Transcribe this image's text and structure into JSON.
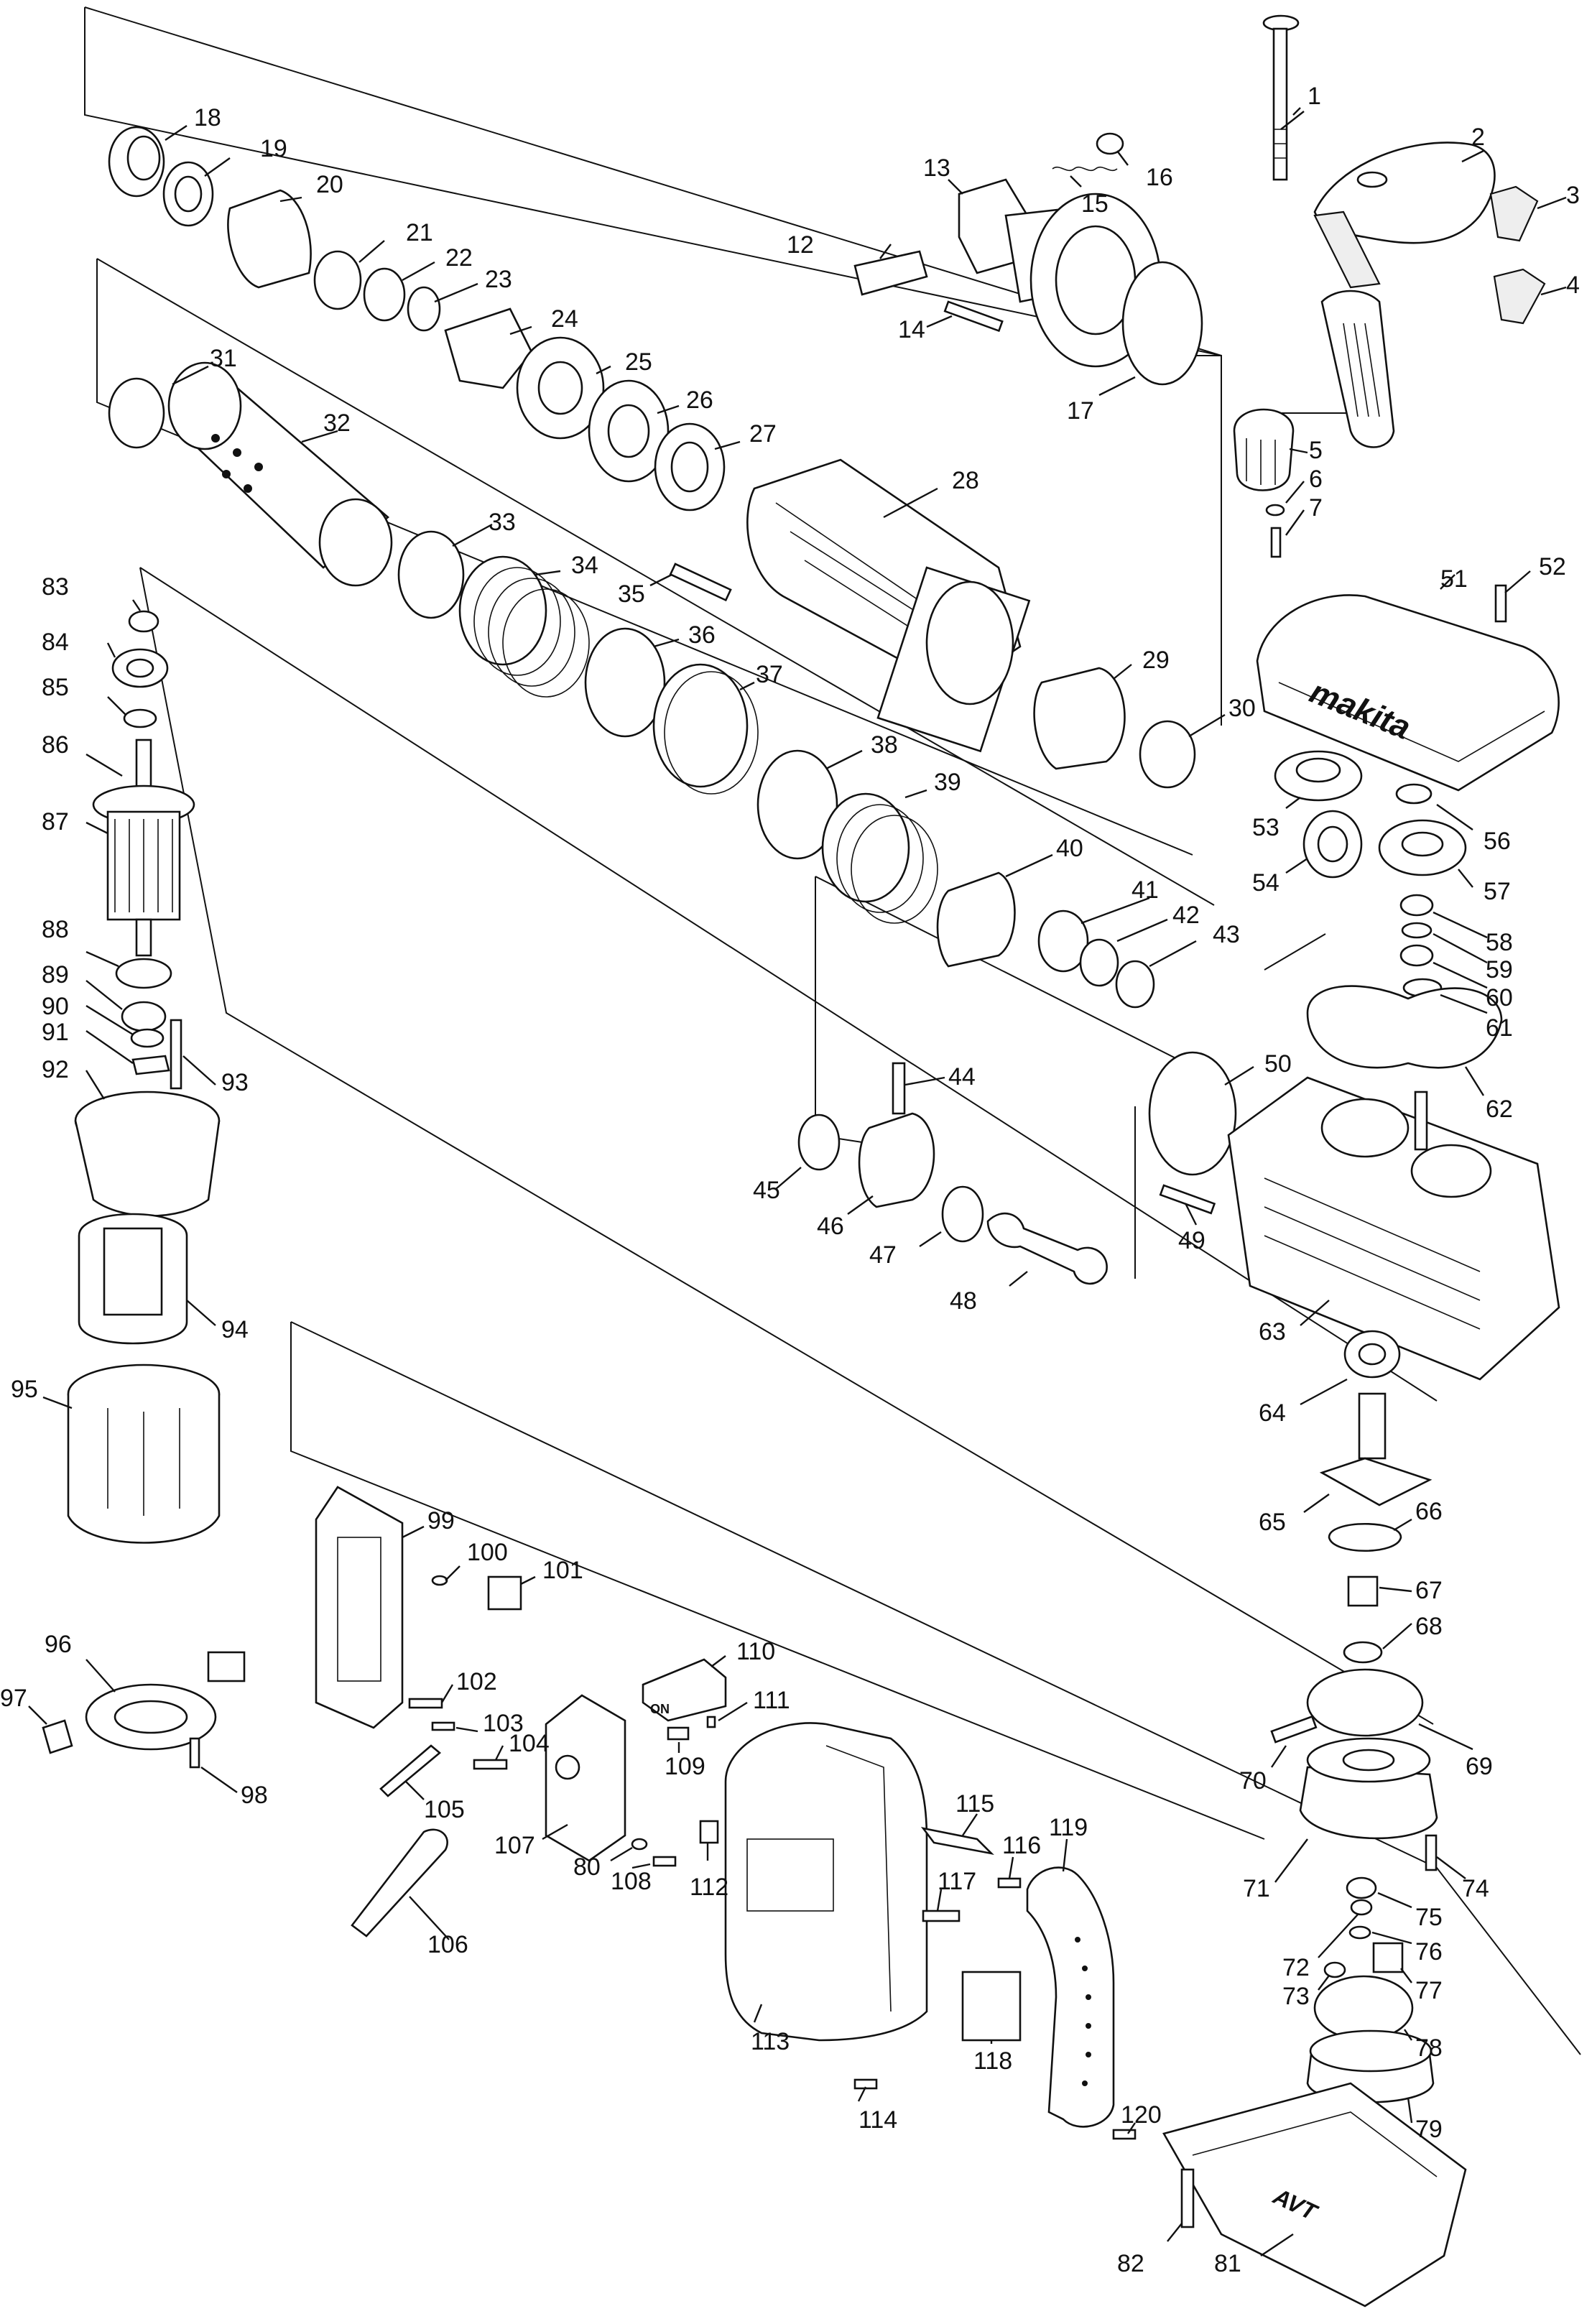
{
  "brand_text": "makita",
  "base_text": "AVT",
  "switch_text": "ON",
  "part_labels": [
    "1",
    "2",
    "3",
    "4",
    "5",
    "6",
    "7",
    "12",
    "13",
    "14",
    "15",
    "16",
    "17",
    "18",
    "19",
    "20",
    "21",
    "22",
    "23",
    "24",
    "25",
    "26",
    "27",
    "28",
    "29",
    "30",
    "31",
    "32",
    "33",
    "34",
    "35",
    "36",
    "37",
    "38",
    "39",
    "40",
    "41",
    "42",
    "43",
    "44",
    "45",
    "46",
    "47",
    "48",
    "49",
    "50",
    "51",
    "52",
    "53",
    "54",
    "56",
    "57",
    "58",
    "59",
    "60",
    "61",
    "62",
    "63",
    "64",
    "65",
    "66",
    "67",
    "68",
    "69",
    "70",
    "71",
    "72",
    "73",
    "74",
    "75",
    "76",
    "77",
    "78",
    "79",
    "80",
    "81",
    "82",
    "83",
    "84",
    "85",
    "86",
    "87",
    "88",
    "89",
    "90",
    "91",
    "92",
    "93",
    "94",
    "95",
    "96",
    "97",
    "98",
    "99",
    "100",
    "101",
    "102",
    "103",
    "104",
    "105",
    "106",
    "107",
    "108",
    "109",
    "110",
    "111",
    "112",
    "113",
    "114",
    "115",
    "116",
    "117",
    "118",
    "119",
    "120"
  ]
}
